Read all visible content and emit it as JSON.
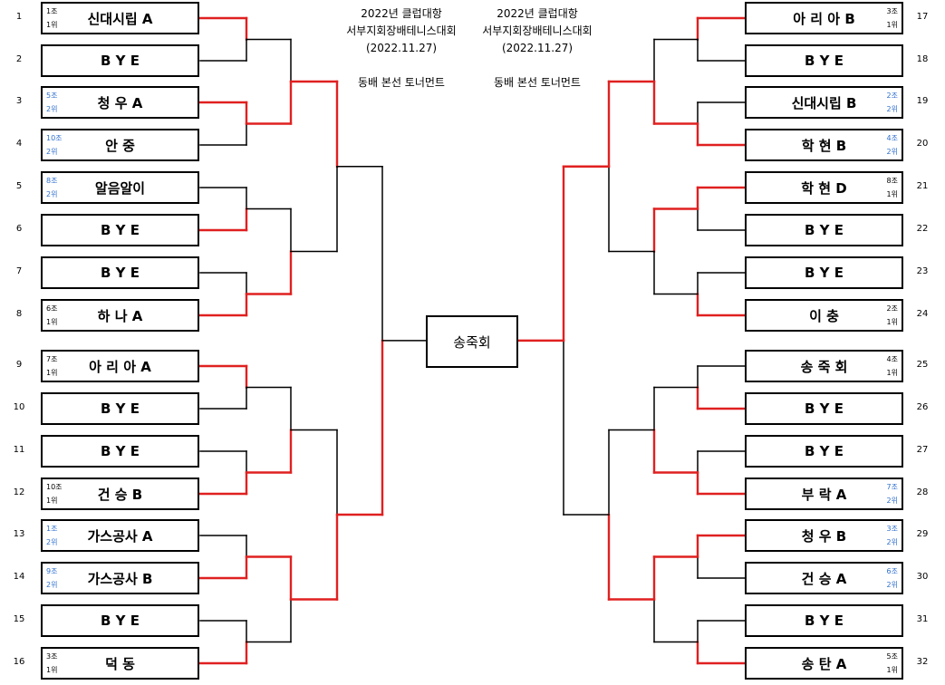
{
  "left_entries": [
    {
      "no": "1",
      "name": "신대시립 A",
      "group": "1조",
      "rank": "1위",
      "blue": false
    },
    {
      "no": "2",
      "name": "B Y E",
      "group": "",
      "rank": "",
      "blue": false
    },
    {
      "no": "3",
      "name": "청 우 A",
      "group": "5조",
      "rank": "2위",
      "blue": true
    },
    {
      "no": "4",
      "name": "안 중",
      "group": "10조",
      "rank": "2위",
      "blue": true
    },
    {
      "no": "5",
      "name": "알음알이",
      "group": "8조",
      "rank": "2위",
      "blue": true
    },
    {
      "no": "6",
      "name": "B Y E",
      "group": "",
      "rank": "",
      "blue": false
    },
    {
      "no": "7",
      "name": "B Y E",
      "group": "",
      "rank": "",
      "blue": false
    },
    {
      "no": "8",
      "name": "하 나 A",
      "group": "6조",
      "rank": "1위",
      "blue": false
    },
    {
      "no": "9",
      "name": "아 리 아 A",
      "group": "7조",
      "rank": "1위",
      "blue": false
    },
    {
      "no": "10",
      "name": "B Y E",
      "group": "",
      "rank": "",
      "blue": false
    },
    {
      "no": "11",
      "name": "B Y E",
      "group": "",
      "rank": "",
      "blue": false
    },
    {
      "no": "12",
      "name": "건 승 B",
      "group": "10조",
      "rank": "1위",
      "blue": false
    },
    {
      "no": "13",
      "name": "가스공사 A",
      "group": "1조",
      "rank": "2위",
      "blue": true
    },
    {
      "no": "14",
      "name": "가스공사 B",
      "group": "9조",
      "rank": "2위",
      "blue": true
    },
    {
      "no": "15",
      "name": "B Y E",
      "group": "",
      "rank": "",
      "blue": false
    },
    {
      "no": "16",
      "name": "덕 동",
      "group": "3조",
      "rank": "1위",
      "blue": false
    }
  ],
  "right_entries": [
    {
      "no": "17",
      "name": "아 리 아 B",
      "group": "3조",
      "rank": "1위",
      "blue": false
    },
    {
      "no": "18",
      "name": "B Y E",
      "group": "",
      "rank": "",
      "blue": false
    },
    {
      "no": "19",
      "name": "신대시립 B",
      "group": "2조",
      "rank": "2위",
      "blue": true
    },
    {
      "no": "20",
      "name": "학 현 B",
      "group": "4조",
      "rank": "2위",
      "blue": true
    },
    {
      "no": "21",
      "name": "학 현 D",
      "group": "8조",
      "rank": "1위",
      "blue": false
    },
    {
      "no": "22",
      "name": "B Y E",
      "group": "",
      "rank": "",
      "blue": false
    },
    {
      "no": "23",
      "name": "B Y E",
      "group": "",
      "rank": "",
      "blue": false
    },
    {
      "no": "24",
      "name": "이 충",
      "group": "2조",
      "rank": "1위",
      "blue": false
    },
    {
      "no": "25",
      "name": "송 죽 회",
      "group": "4조",
      "rank": "1위",
      "blue": false
    },
    {
      "no": "26",
      "name": "B Y E",
      "group": "",
      "rank": "",
      "blue": false
    },
    {
      "no": "27",
      "name": "B Y E",
      "group": "",
      "rank": "",
      "blue": false
    },
    {
      "no": "28",
      "name": "부 락 A",
      "group": "7조",
      "rank": "2위",
      "blue": true
    },
    {
      "no": "29",
      "name": "청 우 B",
      "group": "3조",
      "rank": "2위",
      "blue": true
    },
    {
      "no": "30",
      "name": "건 승 A",
      "group": "6조",
      "rank": "2위",
      "blue": true
    },
    {
      "no": "31",
      "name": "B Y E",
      "group": "",
      "rank": "",
      "blue": false
    },
    {
      "no": "32",
      "name": "송 탄 A",
      "group": "5조",
      "rank": "1위",
      "blue": false
    }
  ],
  "title_left": {
    "line1": "2022년 클럽대항",
    "line2": "서부지회장배테니스대회",
    "line3": "(2022.11.27)",
    "line4": "동배 본선 토너먼트"
  },
  "title_right": {
    "line1": "2022년 클럽대항",
    "line2": "서부지회장배테니스대회",
    "line3": "(2022.11.27)",
    "line4": "동배 본선 토너먼트"
  },
  "champion": "송죽회",
  "colors": {
    "advance": "#e02020",
    "plain": "#000000",
    "seed_text": "#2e6fcf"
  }
}
